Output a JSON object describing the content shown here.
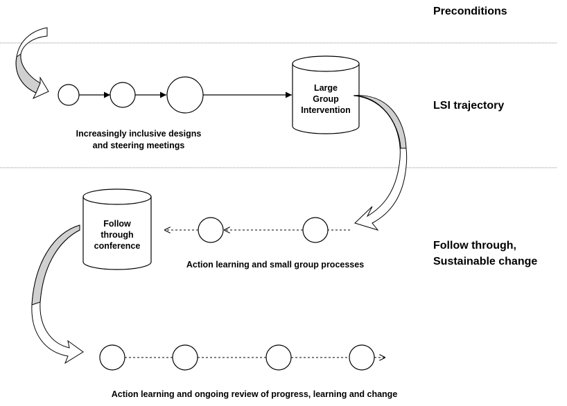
{
  "sections": {
    "preconditions": "Preconditions",
    "lsi_trajectory": "LSI trajectory",
    "follow_through_line1": "Follow through,",
    "follow_through_line2": "Sustainable change"
  },
  "captions": {
    "designs_line1": "Increasingly inclusive designs",
    "designs_line2": "and steering meetings",
    "action_small_group": "Action  learning and small group processes",
    "action_ongoing": "Action  learning and ongoing review of progress,  learning and change"
  },
  "cylinders": {
    "lgi_line1": "Large",
    "lgi_line2": "Group",
    "lgi_line3": "Intervention",
    "follow_line1": "Follow",
    "follow_line2": "through",
    "follow_line3": "conference"
  },
  "colors": {
    "line": "#000000",
    "divider": "#8c8c8c",
    "arrow_fill": "#d0d0d0"
  }
}
